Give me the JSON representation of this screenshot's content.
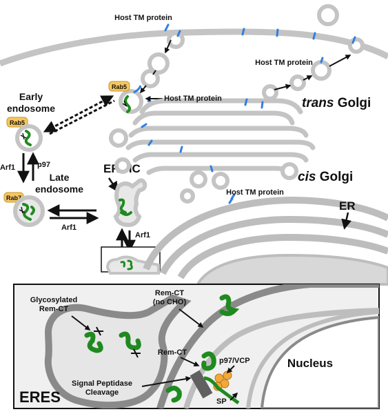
{
  "labels": {
    "host_tm_top": "Host TM protein",
    "host_tm_right": "Host TM protein",
    "host_tm_vesicle": "Host TM protein",
    "host_tm_er": "Host TM protein",
    "trans_golgi_italic": "trans",
    "trans_golgi_word": "Golgi",
    "cis_golgi_italic": "cis",
    "cis_golgi_word": "Golgi",
    "early_endosome_line1": "Early",
    "early_endosome_line2": "endosome",
    "late_endosome_line1": "Late",
    "late_endosome_line2": "endosome",
    "ergic": "ERGIC",
    "er": "ER",
    "nucleus": "Nucleus",
    "eres": "ERES",
    "glycosylated_line1": "Glycosylated",
    "glycosylated_line2": "Rem-CT",
    "rem_ct_no_cho_line1": "Rem-CT",
    "rem_ct_no_cho_line2": "(no CHO)",
    "rem_ct": "Rem-CT",
    "signal_peptidase_line1": "Signal Peptidase",
    "signal_peptidase_line2": "Cleavage",
    "p97_vcp": "p97/VCP",
    "sp": "SP",
    "arf1_left": "Arf1",
    "p97_left": "p97",
    "arf1_bottom": "Arf1",
    "arf1_ergic": "Arf1"
  },
  "badges": {
    "rab5_top": "Rab5",
    "rab5_left": "Rab5",
    "rab7": "Rab7"
  },
  "colors": {
    "membrane": "#bdbdbd",
    "membrane_dark": "#8a8a8a",
    "lumen": "#e6e6e6",
    "protein": "#1f8a1f",
    "tm_protein": "#2f7fe0",
    "badge_fill": "#f6c760",
    "p97_fill": "#f2a93b"
  }
}
